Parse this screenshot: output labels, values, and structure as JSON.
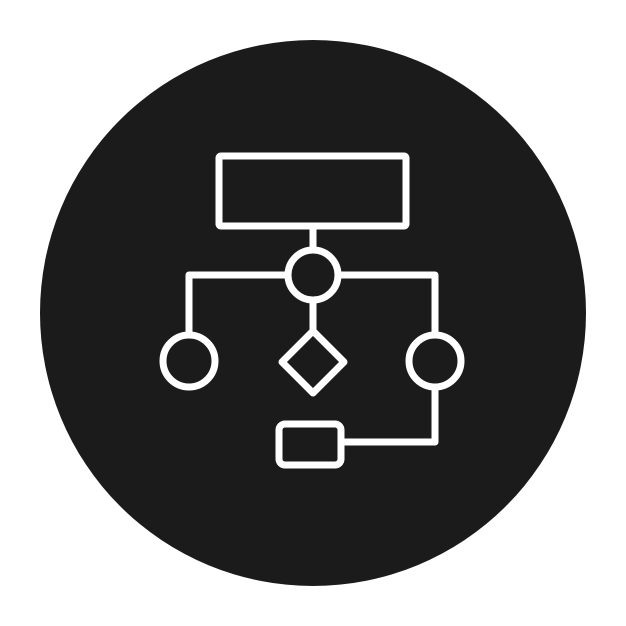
{
  "icon": {
    "name": "flowchart-icon",
    "shapes": [
      "rectangle",
      "circle",
      "circle",
      "diamond",
      "circle",
      "rounded-rectangle"
    ]
  },
  "colors": {
    "background": "#ffffff",
    "badge": "#1b1b1b",
    "stroke": "#ffffff"
  }
}
